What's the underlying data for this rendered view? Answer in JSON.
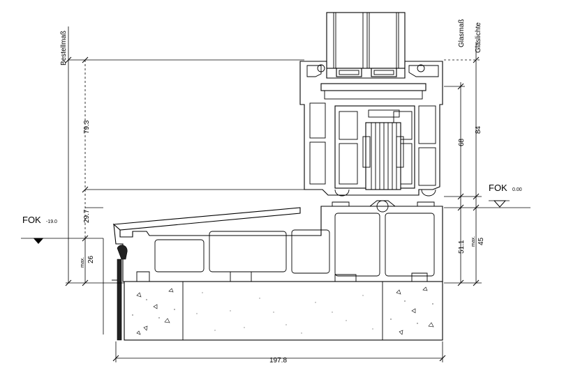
{
  "labels": {
    "bestellmass": "Bestellmaß",
    "glasmass": "Glasmaß",
    "glaslichte": "Glaslichte",
    "fok_left_main": "FOK",
    "fok_left_sub": "-19.0",
    "fok_right_main": "FOK",
    "fok_right_sub": "0.00",
    "max_left": "max.",
    "max_right": "max."
  },
  "dimensions": {
    "d79_3": "79.3",
    "d29_7": "29.7",
    "d26": "26",
    "d68": "68",
    "d84": "84",
    "d51_1": "51.1",
    "d45": "45",
    "d197_8": "197.8"
  }
}
